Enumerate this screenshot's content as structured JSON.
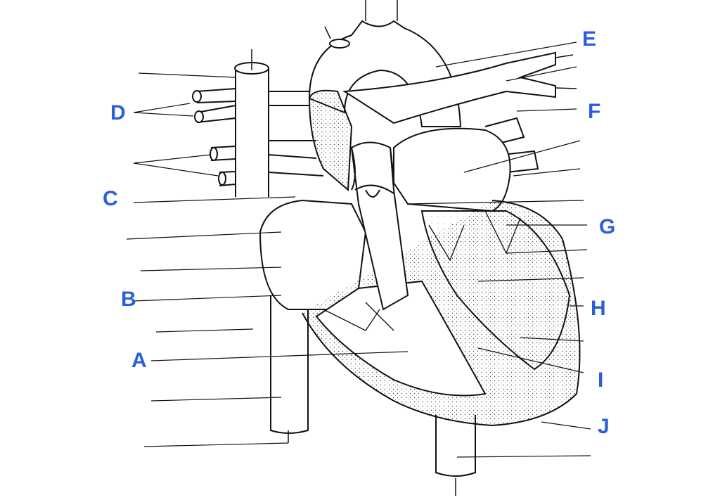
{
  "title": "Heart anatomy diagram",
  "label_color": "#2b5fd9",
  "labels": {
    "A": "A",
    "B": "B",
    "C": "C",
    "D": "D",
    "E": "E",
    "F": "F",
    "G": "G",
    "H": "H",
    "I": "I",
    "J": "J"
  }
}
